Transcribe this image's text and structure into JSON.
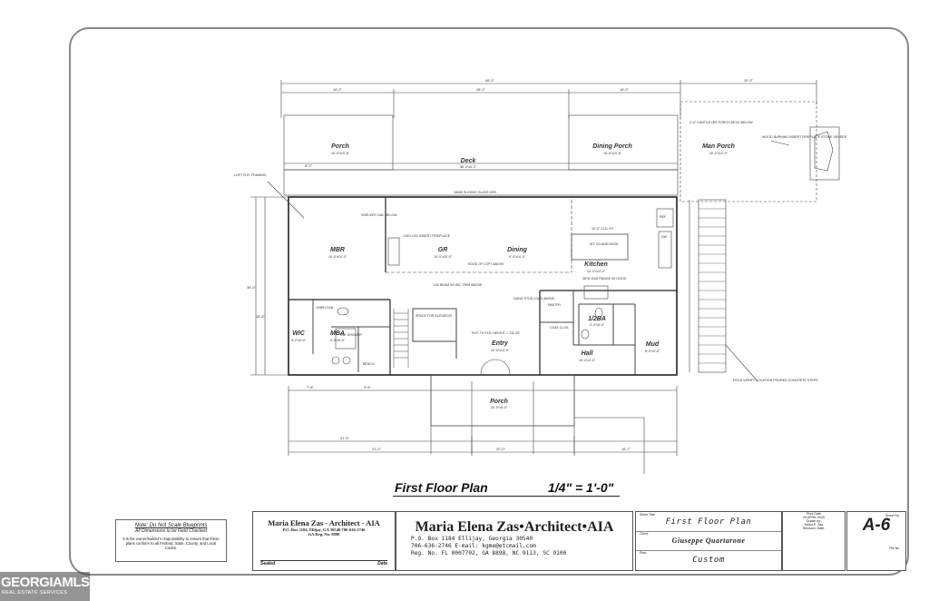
{
  "plan": {
    "title": "First Floor Plan",
    "scale": "1/4\" = 1'-0\"",
    "rooms": [
      {
        "id": "porch-left",
        "name": "Porch",
        "size": "16'-0\"x10'-8\""
      },
      {
        "id": "deck",
        "name": "Deck",
        "size": "58'-0\"x8'-0\""
      },
      {
        "id": "dining-porch",
        "name": "Dining Porch",
        "size": "16'-0\"x10'-8\""
      },
      {
        "id": "man-porch",
        "name": "Man Porch",
        "size": "20'-0\"x14'-0\""
      },
      {
        "id": "mbr",
        "name": "MBR",
        "size": "14'-0\"x14'-0\""
      },
      {
        "id": "gr",
        "name": "GR",
        "size": "14'-0\"x20'-0\""
      },
      {
        "id": "dining",
        "name": "Dining",
        "size": "9'-4\"x14'-0\""
      },
      {
        "id": "kitchen",
        "name": "Kitchen",
        "size": "14'-0\"x14'-0\""
      },
      {
        "id": "wic",
        "name": "WIC",
        "size": "5'-0\"x9'-0\""
      },
      {
        "id": "mba",
        "name": "MBA",
        "size": "9'-0\"x9'-0\""
      },
      {
        "id": "entry",
        "name": "Entry",
        "size": "10'-0\"x14'-0\""
      },
      {
        "id": "half-bath",
        "name": "1/2BA",
        "size": "5'-4\"x8'-0\""
      },
      {
        "id": "hall",
        "name": "Hall",
        "size": "10'-4\"x4'-0\""
      },
      {
        "id": "mud",
        "name": "Mud",
        "size": "8'-0\"x9'-5\""
      },
      {
        "id": "porch-front",
        "name": "Porch",
        "size": "20'-0\"x8'-0\""
      }
    ],
    "notes": [
      "LOFT FLR. FRAMING",
      "GAS LOG INSERT FIREPLACE",
      "EDGE OF LOFT ABOVE",
      "LVL BEAM W/ WD. TRIM ABOVE",
      "10'-0\" CLG. HT.",
      "SPACE FOR ELEVATOR",
      "FLR. TO FLR. HEIGHT = 130.25\"",
      "WOOD BURNING INSERT FIREPLACE STONE VENEER",
      "2'-0\" CANTILEVER PORCH DECK BELOW",
      "FIELD VERIFY LOCATION POURED CONCRETE STEPS",
      "16080 SLIDING GLASS DRS.",
      "KIT. ISLAND NOOK",
      "36\"W GAS RANGE W/ HOOD",
      "PANTRY",
      "COAT CLOS.",
      "LINEN CAB.",
      "TILE SHOWER",
      "BENCH",
      "GANG STUD LOAD ABOVE",
      "SHELVES CAB. BELOW",
      "REF.",
      "DW"
    ],
    "dimensions": [
      "58'-0\"",
      "16'-0\"",
      "26'-0\"",
      "16'-0\"",
      "20'-0\"",
      "8'-0\"",
      "21'-0\"",
      "20'-0\"",
      "21'-5\"",
      "16'-7\"",
      "36'-0\"",
      "18'-8\"",
      "7'-8\"",
      "9'-9\""
    ]
  },
  "titleblock": {
    "note_title": "Note: Do Not Scale Blueprints",
    "note_line": "All Dimensions to be Field Checked",
    "note_body": "It is the owner/builder's responsibility to ensure that these plans conform to all Federal, State, County, and Local Codes.",
    "stamp_name": "Maria Elena Zas - Architect - AIA",
    "stamp_address": "P.O. Box 1184, Ellijay, GA 30540     706-636-2746",
    "stamp_reg": "GA Reg. No. 8898",
    "sealed_label": "Sealed",
    "date_label": "Date",
    "firm_name": "Maria Elena Zas•Architect•AIA",
    "firm_address": "P.O. Box 1184   Ellijay, Georgia 30540",
    "firm_phone": "706-636-2746     E-mail: kgme@etcmail.com",
    "firm_reg": "Reg. No.  FL  0007702, GA 8898, NC  9113, SC 9100",
    "sheet_title_label": "Sheet Title:",
    "sheet_title": "First Floor Plan",
    "client_label": "Client:",
    "client": "Giuseppe Quartarone",
    "plan_label": "Plan:",
    "plan_name": "Custom",
    "print_date_label": "Print Date",
    "print_date": "29 APRIL 2020",
    "drawn_by_label": "Drawn by:",
    "drawn_by": "Maria E. Zas",
    "revision_label": "Revision:",
    "revision_date_label": "Date:",
    "sheet_no_label": "Sheet No.",
    "sheet_no": "A-6",
    "file_no_label": "File No."
  },
  "watermark": {
    "brand": "GEORGIAMLS",
    "sub": "REAL ESTATE SERVICES"
  }
}
